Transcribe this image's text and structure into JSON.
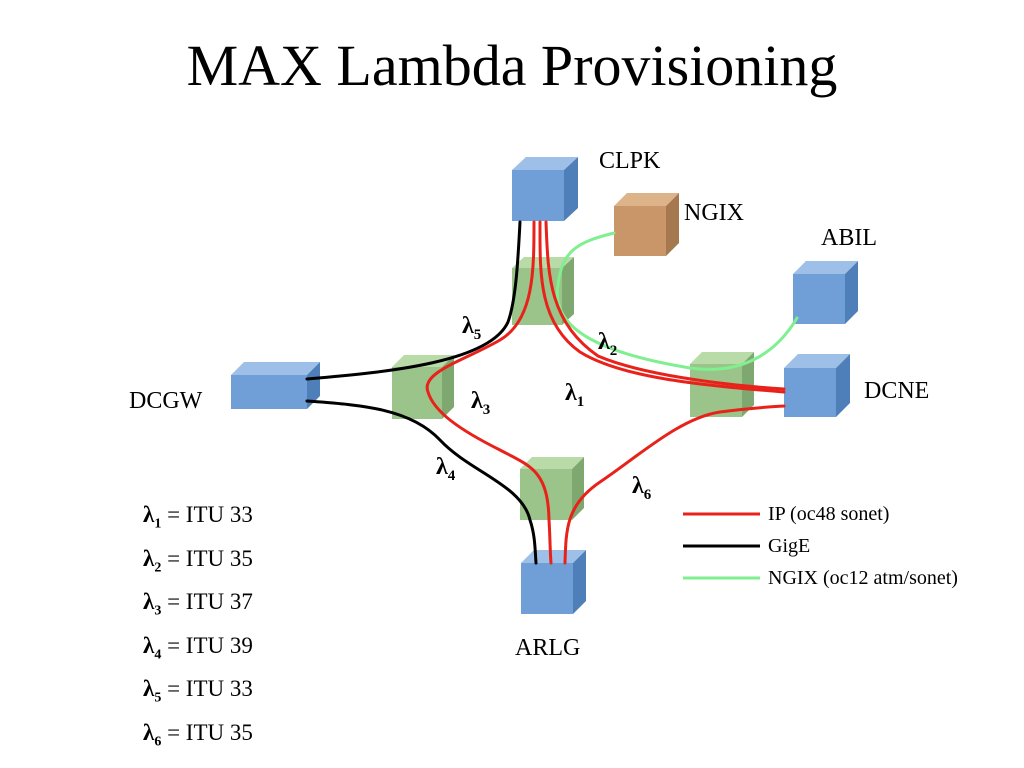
{
  "title": "MAX Lambda Provisioning",
  "colors": {
    "ip": "#e8221a",
    "gige": "#000000",
    "ngix": "#7fef8f",
    "site_node": "#6f9fd6",
    "optical_node": "#9bc48a",
    "ngix_node": "#c89668"
  },
  "nodes": {
    "clpk": "CLPK",
    "ngix": "NGIX",
    "abil": "ABIL",
    "dcgw": "DCGW",
    "dcne": "DCNE",
    "arlg": "ARLG"
  },
  "lambdas": [
    {
      "symbol": "λ",
      "sub": "1",
      "value": "= ITU 33"
    },
    {
      "symbol": "λ",
      "sub": "2",
      "value": "= ITU 35"
    },
    {
      "symbol": "λ",
      "sub": "3",
      "value": "= ITU 37"
    },
    {
      "symbol": "λ",
      "sub": "4",
      "value": "= ITU 39"
    },
    {
      "symbol": "λ",
      "sub": "5",
      "value": "= ITU 33"
    },
    {
      "symbol": "λ",
      "sub": "6",
      "value": "= ITU 35"
    }
  ],
  "legend": [
    {
      "label": "IP (oc48 sonet)",
      "color_key": "ip"
    },
    {
      "label": "GigE",
      "color_key": "gige"
    },
    {
      "label": "NGIX (oc12 atm/sonet)",
      "color_key": "ngix"
    }
  ]
}
